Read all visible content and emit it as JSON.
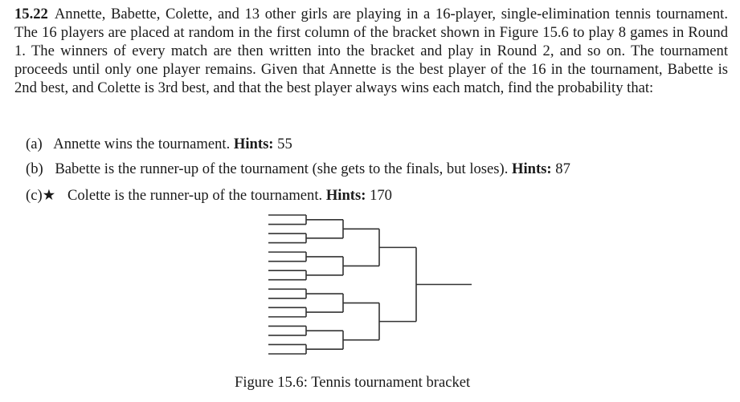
{
  "problem": {
    "number": "15.22",
    "text": "Annette, Babette, Colette, and 13 other girls are playing in a 16-player, single-elimination tennis tournament. The 16 players are placed at random in the first column of the bracket shown in Figure 15.6 to play 8 games in Round 1. The winners of every match are then written into the bracket and play in Round 2, and so on. The tournament proceeds until only one player remains. Given that Annette is the best player of the 16 in the tournament, Babette is 2nd best, and Colette is 3rd best, and that the best player always wins each match, find the probability that:"
  },
  "parts": [
    {
      "label": "(a)",
      "text": "Annette wins the tournament.",
      "hints_label": "Hints:",
      "hints": "55"
    },
    {
      "label": "(b)",
      "text": "Babette is the runner-up of the tournament (she gets to the finals, but loses).",
      "hints_label": "Hints:",
      "hints": "87"
    },
    {
      "label": "(c)★",
      "text": "Colette is the runner-up of the tournament.",
      "hints_label": "Hints:",
      "hints": "170"
    }
  ],
  "figure": {
    "caption": "Figure 15.6: Tennis tournament bracket",
    "players": 16
  }
}
